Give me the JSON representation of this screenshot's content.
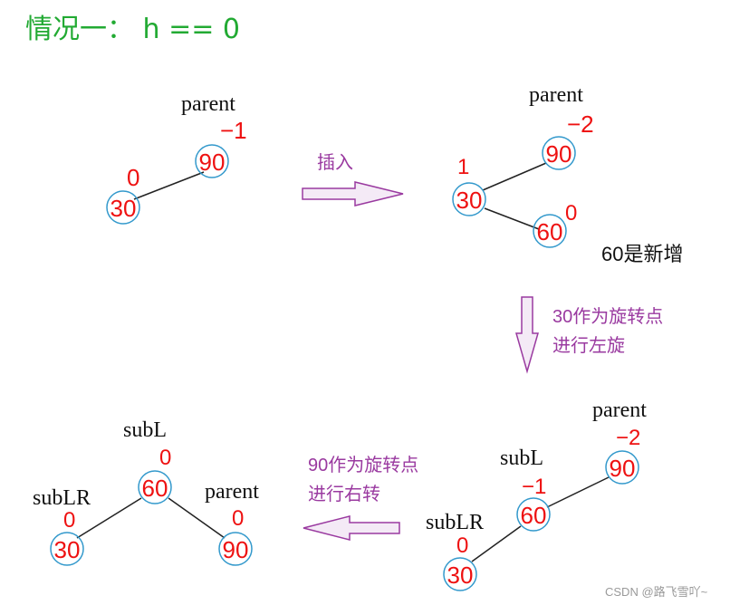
{
  "title": "情况一： h == 0",
  "colors": {
    "title_green": "#22aa33",
    "value_red": "#ee1111",
    "circle_blue": "#3399cc",
    "arrow_purple": "#9a3aa0",
    "note_purple": "#9a3aa0",
    "label_black": "#111111",
    "watermark_gray": "#9a9a9a"
  },
  "panel1": {
    "parent_label": "parent",
    "parent_bf": "−1",
    "root_value": "90",
    "left_value": "30",
    "left_bf": "0"
  },
  "insert_label": "插入",
  "panel2": {
    "parent_label": "parent",
    "parent_bf": "−2",
    "root_value": "90",
    "left_value": "30",
    "left_bf": "1",
    "new_value": "60",
    "new_bf": "0",
    "new_note": "60是新增"
  },
  "step2_note": [
    "30作为旋转点",
    "进行左旋"
  ],
  "panel3": {
    "parent_label": "parent",
    "parent_bf": "−2",
    "root_value": "90",
    "subl_label": "subL",
    "subl_bf": "−1",
    "subl_value": "60",
    "sublr_label": "subLR",
    "sublr_bf": "0",
    "sublr_value": "30"
  },
  "step3_note": [
    "90作为旋转点",
    "进行右转"
  ],
  "panel4": {
    "subl_label": "subL",
    "subl_bf": "0",
    "subl_value": "60",
    "sublr_label": "subLR",
    "sublr_bf": "0",
    "sublr_value": "30",
    "parent_label": "parent",
    "parent_bf": "0",
    "parent_value": "90"
  },
  "watermark": "CSDN @路飞雪吖~"
}
